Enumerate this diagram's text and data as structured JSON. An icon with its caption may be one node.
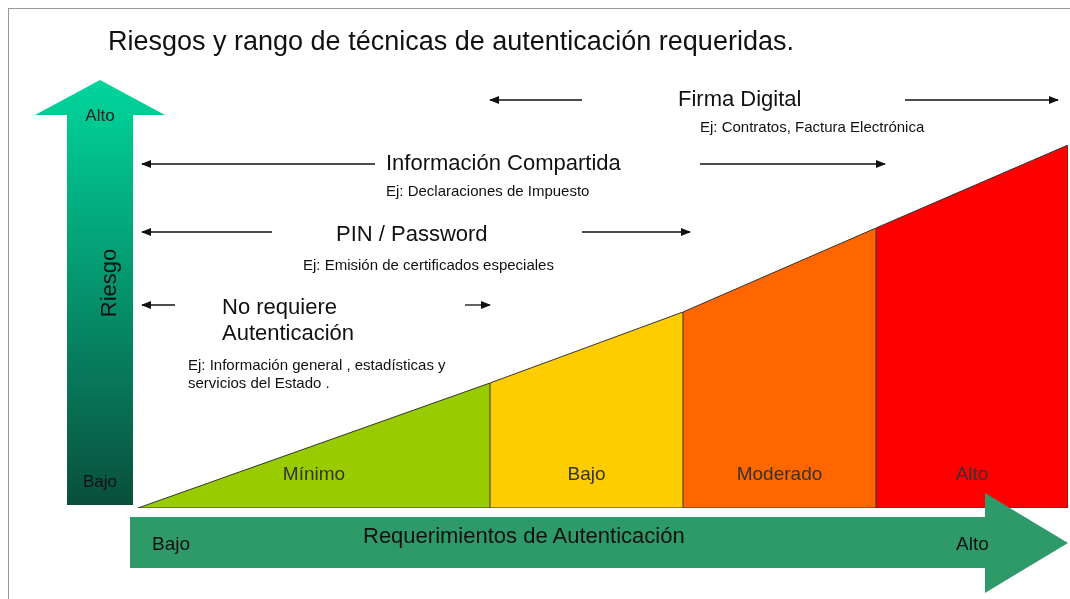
{
  "diagram": {
    "title": "Riesgos y rango de técnicas de autenticación requeridas.",
    "nodes": [
      {
        "text": [
          "Alto",
          "Riesgo",
          "Bajo"
        ]
      },
      {
        "text": [
          "Mínimo"
        ]
      },
      {
        "text": [
          "Bajo"
        ]
      },
      {
        "text": [
          "Moderado"
        ]
      },
      {
        "text": [
          "Alto"
        ]
      },
      {
        "text": [
          "Bajo",
          "Requerimientos de Autenticación",
          "Alto"
        ]
      }
    ],
    "edges": [],
    "labels": [
      "Firma Digital",
      "Ej: Contratos, Factura Electrónica",
      "Información Compartida",
      "Ej: Declaraciones de Impuesto",
      "PIN / Password",
      "Ej: Emisión de certificados especiales",
      "No requiere Autenticación",
      "Ej: Información general , estadísticas y servicios del Estado ."
    ]
  }
}
